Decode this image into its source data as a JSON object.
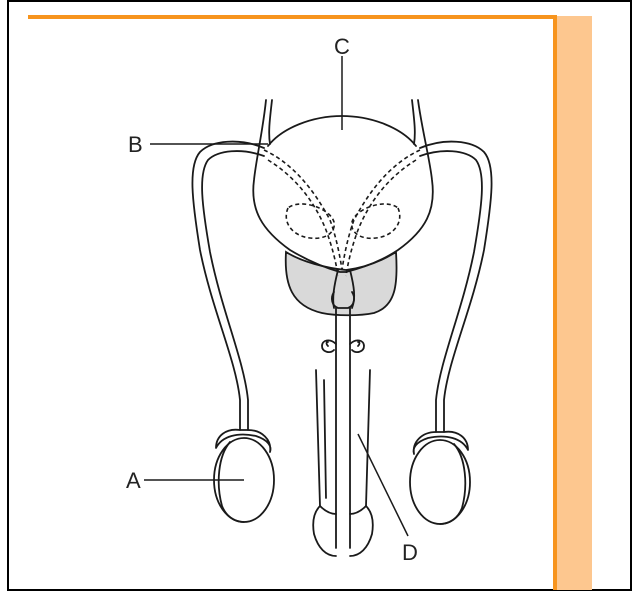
{
  "labels": {
    "a": "A",
    "b": "B",
    "c": "C",
    "d": "D"
  },
  "colors": {
    "frame_border": "#000000",
    "orange_top_line": "#f7941d",
    "orange_side_bar": "#fdc78f",
    "gland_fill": "#d9d9d9",
    "outline": "#1a1a1a"
  }
}
